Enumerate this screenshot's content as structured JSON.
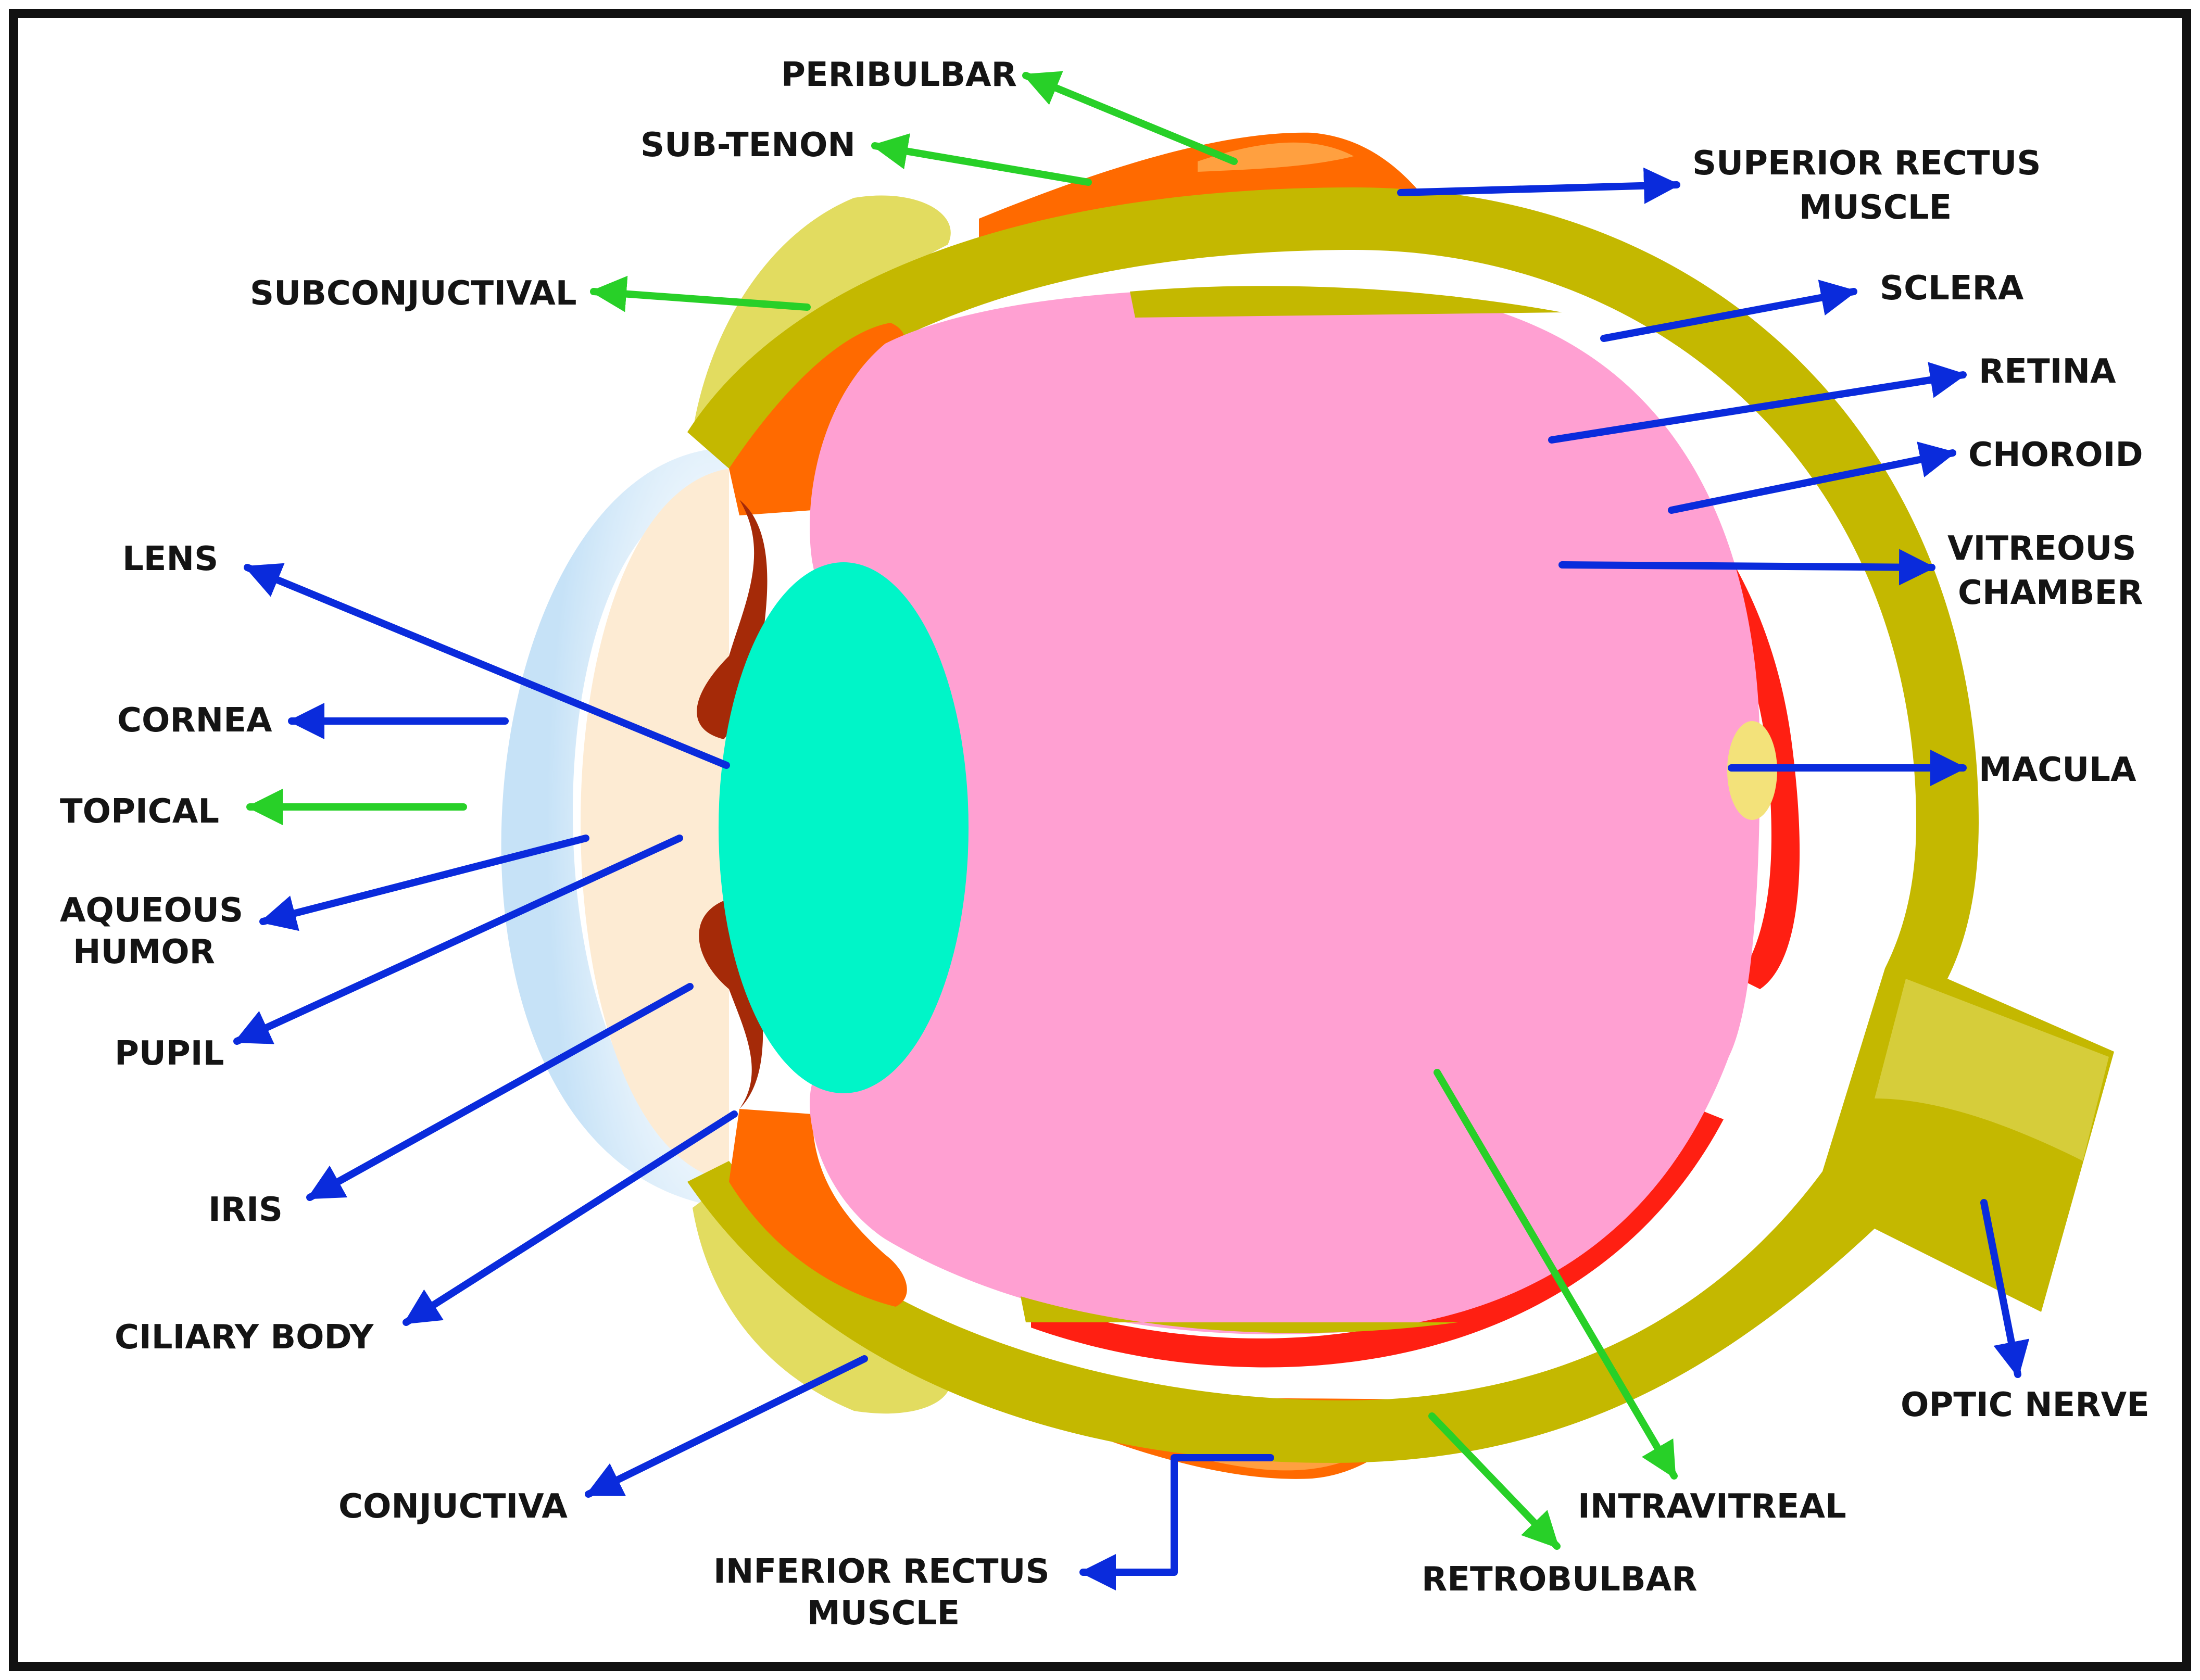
{
  "colors": {
    "sclera": "#c4b800",
    "sclera_light": "#e2dc60",
    "vitreous": "#ffa0d2",
    "lens": "#00f5c8",
    "muscle": "#ff6a00",
    "muscle_light": "#ffa040",
    "retina": "#ff1f12",
    "iris": "#a52a08",
    "cornea": "#c6e2f7",
    "aqueous": "#fdebd3",
    "macula": "#f3e27a",
    "blue_arrow": "#0a2bdc",
    "green_arrow": "#28d028",
    "frame": "#111111"
  },
  "labels": {
    "peribulbar": "PERIBULBAR",
    "sub_tenon": "SUB-TENON",
    "subconjuctival": "SUBCONJUCTIVAL",
    "superior_rectus_1": "SUPERIOR RECTUS",
    "superior_rectus_2": "MUSCLE",
    "sclera": "SCLERA",
    "retina": "RETINA",
    "choroid": "CHOROID",
    "vitreous_1": "VITREOUS",
    "vitreous_2": "CHAMBER",
    "macula": "MACULA",
    "optic_nerve": "OPTIC NERVE",
    "lens": "LENS",
    "cornea": "CORNEA",
    "topical": "TOPICAL",
    "aqueous_1": "AQUEOUS",
    "aqueous_2": "HUMOR",
    "pupil": "PUPIL",
    "iris": "IRIS",
    "ciliary_body": "CILIARY BODY",
    "conjuctiva": "CONJUCTIVA",
    "inferior_rectus_1": "INFERIOR RECTUS",
    "inferior_rectus_2": "MUSCLE",
    "intravitreal": "INTRAVITREAL",
    "retrobulbar": "RETROBULBAR"
  }
}
